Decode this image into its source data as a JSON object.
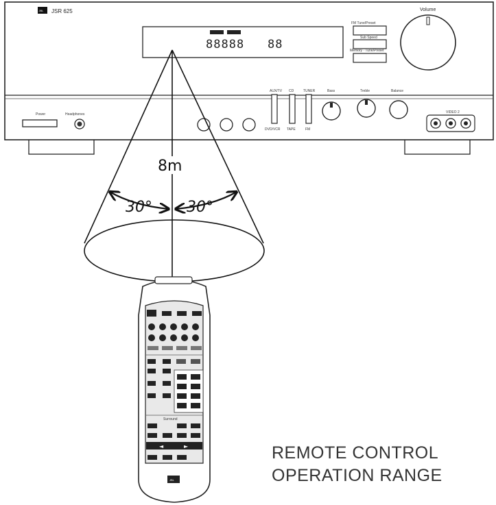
{
  "receiver": {
    "brand_badge": "JBL",
    "model": "JSR 625",
    "display": {
      "digits": "88888",
      "small_digits": "88",
      "label_left": "",
      "label_right": "",
      "badges": [
        "",
        ""
      ]
    },
    "buttons_top_right": [
      "FM Tune/Preset",
      "Sub Speed",
      "Memory · Tune/Preset"
    ],
    "volume_label": "Volume",
    "power_label": "Power",
    "headphones_label": "Headphones",
    "small_knob_labels": [
      "",
      "",
      ""
    ],
    "input_labels": [
      "AUX/TV",
      "CD",
      "TUNER"
    ],
    "input_sublabels": [
      "DVD/VCR",
      "TAPE",
      "FM"
    ],
    "knob_labels": [
      "Bass",
      "Treble",
      "Balance"
    ],
    "jack_label": "VIDEO 2"
  },
  "range": {
    "distance": "8m",
    "angle_left": "30°",
    "angle_right": "30°"
  },
  "remote": {
    "logo": "JBL",
    "section_label": "Surround"
  },
  "caption": {
    "line1": "REMOTE CONTROL",
    "line2": "OPERATION RANGE"
  }
}
